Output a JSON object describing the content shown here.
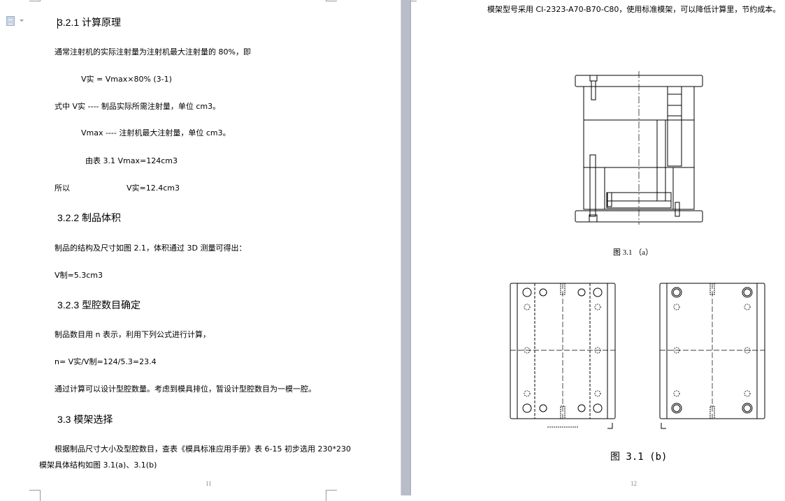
{
  "page11": {
    "heading_321": "3.2.1 计算原理",
    "p1": "通常注射机的实际注射量为注射机最大注射量的 80%，即",
    "formula": "V实 =  Vmax×80%    (3-1)",
    "def1": "式中    V实   ---- 制品实际所需注射量，单位 cm3。",
    "def2": "Vmax ---- 注射机最大注射量，单位 cm3。",
    "table_ref": "由表 3.1    Vmax=124cm3",
    "so_label": "所以",
    "so_value": "V实=12.4cm3",
    "heading_322": "3.2.2 制品体积",
    "p2": "制品的结构及尺寸如图 2.1，体积通过 3D 测量可得出：",
    "v_product": "V制=5.3cm3",
    "heading_323": "3.2.3 型腔数目确定",
    "p3": "制品数目用 n 表示，利用下列公式进行计算，",
    "n_formula": "n= V实/V制=124/5.3=23.4",
    "p4": "通过计算可以设计型腔数量。考虑到模具排位，暂设计型腔数目为一模一腔。",
    "heading_33": "3.3 模架选择",
    "p5_line1": "根据制品尺寸大小及型腔数目，查表《模具标准应用手册》表 6-15 初步选用 230*230",
    "p5_line2": "模架具体结构如图 3.1(a)、3.1(b)",
    "page_number": "11"
  },
  "page12": {
    "top_text": "模架型号采用 CI-2323-A70-B70-C80，使用标准模架，可以降低计算里，节约成本。",
    "caption_a": "图 3.1  （a）",
    "caption_b": "图 3.1  (b)",
    "page_number": "12"
  },
  "icons": {
    "paste_options": "document-icon"
  }
}
